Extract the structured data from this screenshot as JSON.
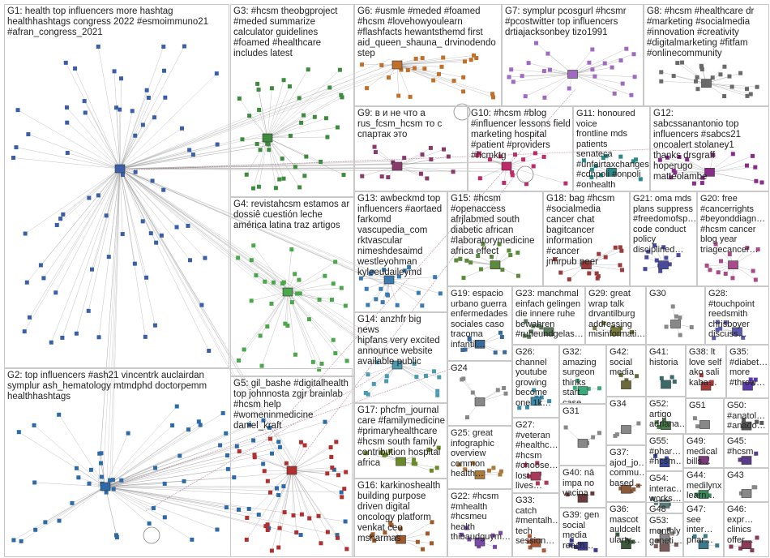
{
  "groups": [
    {
      "id": "G1",
      "label": "G1: health top influencers more hashtag\nhealthhashtags congress 2022 #esmoimmuno21\n#afran_congress_2021",
      "color": "#3a5fa8"
    },
    {
      "id": "G2",
      "label": "G2: top influencers #ash21 vincentrk auclairdan\nsymplur ash_hematology mtmdphd doctorpemm\nhealthhashtags",
      "color": "#2d6aa8"
    },
    {
      "id": "G3",
      "label": "G3: #hcsm theobgproject\n#meded summarize\ncalculator guidelines\n#foamed #healthcare\nincludes latest",
      "color": "#3e8a3e"
    },
    {
      "id": "G4",
      "label": "G4: revistahcsm estamos ar\ndossiê cuestión leche\namérica latina traz artigos",
      "color": "#4aa84a"
    },
    {
      "id": "G5",
      "label": "G5: gil_bashe #digitalhealth\ntop johnnosta zgjr brainlab\n#hcsm help\n#womeninmedicine\ndaniel_kraft",
      "color": "#b03030"
    },
    {
      "id": "G6",
      "label": "G6: #usmle #meded #foamed\n#hcsm #lovehowyoulearn\n#flashfacts hewantsthemd first aid_queen_shauna_ drvinodendo\nstep",
      "color": "#c0702a"
    },
    {
      "id": "G7",
      "label": "G7: symplur pcosgurl #hcsmr\n#pcostwitter top influencers\ndrtiajacksonbey tizo1991",
      "color": "#a06ac0"
    },
    {
      "id": "G8",
      "label": "G8: #hcsm #healthcare dr\n#marketing #socialmedia\n#innovation #creativity\n#digitalmarketing #fitfam\n#onlinecommunity",
      "color": "#6a6a6a"
    },
    {
      "id": "G9",
      "label": "G9: в и не что а\nrus_fcsm_hcsm то с\nспартак это",
      "color": "#8a3a6a"
    },
    {
      "id": "G10",
      "label": "G10: #hcsm #blog\n#influencer lessons field\nmarketing hospital\n#patient #providers\n#hcmktg",
      "color": "#c02a6a"
    },
    {
      "id": "G11",
      "label": "G11: honoured voice\nfrontline mds patients\nsenateca\n#unfairtaxchanges\n#cdnpoli #onpoli\n#onhealth",
      "color": "#2a8a8a"
    },
    {
      "id": "G12",
      "label": "G12:\nsabcssanantonio top\ninfluencers #sabcs21\noncoalert stolaney1\nthanks drsgraff\nhoperugo\nmatteolambe",
      "color": "#8a2a8a"
    },
    {
      "id": "G13",
      "label": "G13: awbeckmd top\ninfluencers #aortaed\nfarkomd\nvascupedia_com\nrktvascular\nnimeshdesaimd\nwestleyohman\nkyleeudaileymd",
      "color": "#3a7ab0"
    },
    {
      "id": "G14",
      "label": "G14: anzhfr big news\nhipfans very excited\nannounce website\navailable public",
      "color": "#4a9ab0"
    },
    {
      "id": "G15",
      "label": "G15: #hcsm\n#openaccess\nafrjlabmed south\ndiabetic african\n#laboratorymedicine\nafrica effect",
      "color": "#5a8a3a"
    },
    {
      "id": "G16",
      "label": "G16: karkinoshealth\nbuilding purpose\ndriven digital\noncology platform\nvenkat ceo\nmsharmas",
      "color": "#a05a2a"
    },
    {
      "id": "G17",
      "label": "G17: phcfm_journal\ncare #familymedicine\n#primaryhealthcare\n#hcsm south family\ncontribution hospital\nafrica",
      "color": "#6a8a2a"
    },
    {
      "id": "G18",
      "label": "G18: bag #hcsm\n#socialmedia\ncancer chat\nbagitcancer\ninformation #cancer\njmirpub peer",
      "color": "#9a3a3a"
    },
    {
      "id": "G19",
      "label": "G19: espacio\nurbano guerra\nenfermedades\nsociales caso\ntracoma\ninfantil…",
      "color": "#3a6a9a"
    },
    {
      "id": "G20",
      "label": "G20: free\n#cancerrights\n#beyonddiagn…\n#hcsm cancer\nblog year\ntriagecancer…",
      "color": "#aa4a8a"
    },
    {
      "id": "G21",
      "label": "G21: oma mds\nplans suppress\n#freedomofsp…\ncode conduct\npolicy\ndisciplined…",
      "color": "#4a4a9a"
    },
    {
      "id": "G22",
      "label": "G22: #hcsm\n#mhealth\n#hcsmeu\nhealth\nthibaudguym…",
      "color": "#7a4aaa"
    },
    {
      "id": "G23",
      "label": "G23: manchmal\neinfach gelingen\ndie innere ruhe\nbewahren\n#ruheundgelas…",
      "color": "#5a7a5a"
    },
    {
      "id": "G24",
      "label": "G24",
      "color": "#888888"
    },
    {
      "id": "G25",
      "label": "G25: great\ninfographic\noverview\ncommon\nhealth…",
      "color": "#aa7a3a"
    },
    {
      "id": "G26",
      "label": "G26:\nchannel\nyoutube\ngrowing\nbecome\none 1k…",
      "color": "#3a8aaa"
    },
    {
      "id": "G27",
      "label": "G27:\n#veteran\n#healthc…\n#hcsm\n#choose…\nlost lives…",
      "color": "#aa3a5a"
    },
    {
      "id": "G28",
      "label": "G28:\n#touchpoint\nreedsmith\nchrisboyer\ndiscuss…",
      "color": "#5a5aaa"
    },
    {
      "id": "G29",
      "label": "G29: great\nwrap talk\ndrvantilburg\naddressing\nmisinformati…",
      "color": "#7a7a3a"
    },
    {
      "id": "G30",
      "label": "G30",
      "color": "#888888"
    },
    {
      "id": "G31",
      "label": "G31",
      "color": "#888888"
    },
    {
      "id": "G32",
      "label": "G32:\namazing\nsurgeon\nthinks start\ncase…",
      "color": "#3aaa7a"
    },
    {
      "id": "G33",
      "label": "G33:\ncatch\n#mentalh…\ntech\nsession…",
      "color": "#aa5a3a"
    },
    {
      "id": "G34",
      "label": "G34",
      "color": "#888888"
    },
    {
      "id": "G35",
      "label": "G35:\n#diabet…\nmore\n#throw…",
      "color": "#5a3aaa"
    },
    {
      "id": "G36",
      "label": "G36:\nmascot\nauldcelt\nularty…",
      "color": "#3a5a3a"
    },
    {
      "id": "G37",
      "label": "G37:\najod_jo…\ncommu…\nbased…",
      "color": "#8a5a3a"
    },
    {
      "id": "G38",
      "label": "G38: lt\nlove self\nako sali\nkaba…",
      "color": "#aa3a3a"
    },
    {
      "id": "G39",
      "label": "G39: gen\nsocial\nmedia\nreach…",
      "color": "#3a3a8a"
    },
    {
      "id": "G40",
      "label": "G40: nā\nimpa no\nvacina",
      "color": "#6a3a3a"
    },
    {
      "id": "G41",
      "label": "G41:\nhistoria",
      "color": "#3a6a6a"
    },
    {
      "id": "G42",
      "label": "G42:\nsocial\nmedia",
      "color": "#6a6a3a"
    },
    {
      "id": "G43",
      "label": "G43",
      "color": "#888888"
    },
    {
      "id": "G44",
      "label": "G44:\nmedilynx\nlearn…",
      "color": "#3a8a5a"
    },
    {
      "id": "G45",
      "label": "G45:\n#hcsm",
      "color": "#5a3a8a"
    },
    {
      "id": "G46",
      "label": "G46:\nexpr…\nclinics\noffer…",
      "color": "#8a3a5a"
    },
    {
      "id": "G47",
      "label": "G47:\nsee\ninter…\nphar…",
      "color": "#3a7a8a"
    },
    {
      "id": "G48",
      "label": "G48",
      "color": "#888888"
    },
    {
      "id": "G49",
      "label": "G49:\nmedical\nbills…",
      "color": "#7a3a7a"
    },
    {
      "id": "G50",
      "label": "G50:\n#anatol…\n#anado…",
      "color": "#5a5a5a"
    },
    {
      "id": "G51",
      "label": "G51",
      "color": "#888888"
    },
    {
      "id": "G52",
      "label": "G52:\nartigo\nadriana…",
      "color": "#4a7a4a"
    },
    {
      "id": "G53",
      "label": "G53:\nmonthly\ngeneti…",
      "color": "#7a5a5a"
    },
    {
      "id": "G54",
      "label": "G54:\ninterac…\nworks…",
      "color": "#5a7a7a"
    },
    {
      "id": "G55",
      "label": "G55:\n#phar…\n#hcsm…",
      "color": "#3a4a9a"
    }
  ]
}
